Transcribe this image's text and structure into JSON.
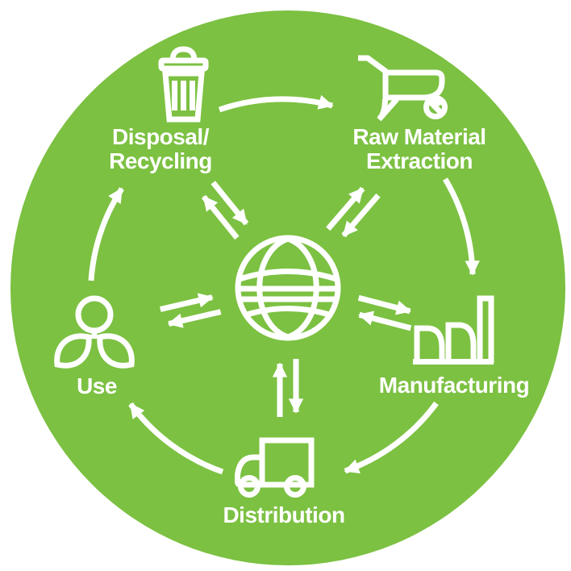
{
  "diagram": {
    "type": "cycle",
    "subject": "product-life-cycle",
    "colors": {
      "background": "#ffffff",
      "circle_green": "#7CC142",
      "foreground_white": "#ffffff"
    },
    "center": {
      "icon": "globe-icon"
    },
    "stages": [
      {
        "id": "disposal-recycling",
        "icon": "trash-icon",
        "label_line1": "Disposal/",
        "label_line2": "Recycling",
        "position": "top-left"
      },
      {
        "id": "raw-material-extraction",
        "icon": "wheelbarrow-icon",
        "label_line1": "Raw Material",
        "label_line2": "Extraction",
        "position": "top-right"
      },
      {
        "id": "manufacturing",
        "icon": "factory-icon",
        "label_line1": "Manufacturing",
        "position": "right"
      },
      {
        "id": "distribution",
        "icon": "truck-icon",
        "label_line1": "Distribution",
        "position": "bottom"
      },
      {
        "id": "use",
        "icon": "person-leaves-icon",
        "label_line1": "Use",
        "position": "left"
      }
    ],
    "cycle_connections": [
      "disposal-recycling -> raw-material-extraction",
      "raw-material-extraction -> manufacturing",
      "manufacturing -> distribution",
      "distribution -> use",
      "use -> disposal-recycling"
    ],
    "center_connections": "bidirectional arrows between globe and every stage"
  }
}
